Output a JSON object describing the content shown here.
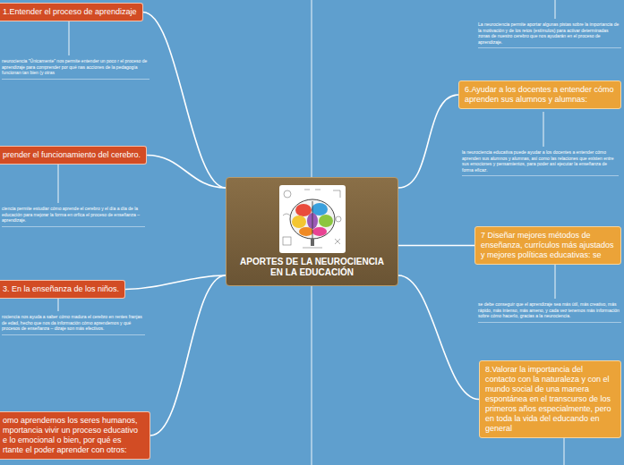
{
  "diagram": {
    "nodes": [
      {
        "text": [
          "APORTES DE LA NEUROCIENCIA EN LA EDUCACIÓN"
        ]
      },
      {
        "text": [
          "1.Entender el proceso de aprendizaje"
        ]
      },
      {
        "text": [
          "prender el funcionamiento del cerebro."
        ]
      },
      {
        "text": [
          "3. En la enseñanza de los niños."
        ]
      },
      {
        "text": [
          "omo aprendemos los seres humanos, mportancia vivir un proceso educativo e lo emocional o bien, por qué es rtante el poder aprender con otros:"
        ]
      },
      {
        "text": [
          "6.Ayudar a los docentes a entender cómo aprenden sus alumnos y alumnas:"
        ]
      },
      {
        "text": [
          "7 Diseñar mejores métodos de enseñanza, currículos más ajustados y mejores políticas educativas: se"
        ]
      },
      {
        "text": [
          "8.Valorar la importancia del contacto con la naturaleza y con el mundo social de una manera espontánea en el transcurso de los primeros años especialmente, pero en toda la vida del educando en general"
        ]
      }
    ],
    "edges": [
      {
        "from": 0,
        "to": 1,
        "arrow": "none"
      },
      {
        "from": 0,
        "to": 2,
        "arrow": "none"
      },
      {
        "from": 0,
        "to": 3,
        "arrow": "none"
      },
      {
        "from": 0,
        "to": 4,
        "arrow": "none"
      },
      {
        "from": 0,
        "to": 5,
        "arrow": "none"
      },
      {
        "from": 0,
        "to": 6,
        "arrow": "none"
      },
      {
        "from": 0,
        "to": 7,
        "arrow": "none"
      }
    ],
    "labels": [
      "neurociencia \"Únicamente\" nos permite entender un poco r el proceso de aprendizaje para comprender por qué nas acciones de la pedagogía funcionan tan bien (y otras",
      "ciencia permite estudiar cómo aprende el cerebro y el día a día de la educación para mejorar la forma en orfica el proceso de enseñanza – aprendizaje.",
      "rociencia nos ayuda a saber cómo madura el cerebro en rentes franjas de edad, hecho que nos da información cómo aprendemos y qué procesos de enseñanza – dizaje son más efectivos.",
      "La neurociencia permite aportar algunas pistas sobre la importancia de la motivación y de los retos (estímulos) para activar determinadas zonas de nuestro cerebro que nos ayudarán en el proceso de aprendizaje.",
      "la neurociencia educativa puede ayudar a los docentes a entender cómo aprenden sus alumnos y alumnas, así como las relaciones que existen entre sus emociones y pensamientos, para poder así ejecutar la enseñanza de forma eficaz.",
      "se debe conseguir que el aprendizaje sea más útil, más creativo, más rápido, más intenso, más ameno, y cada vez tenemos más información sobre cómo hacerlo, gracias a la neurociencia."
    ]
  }
}
